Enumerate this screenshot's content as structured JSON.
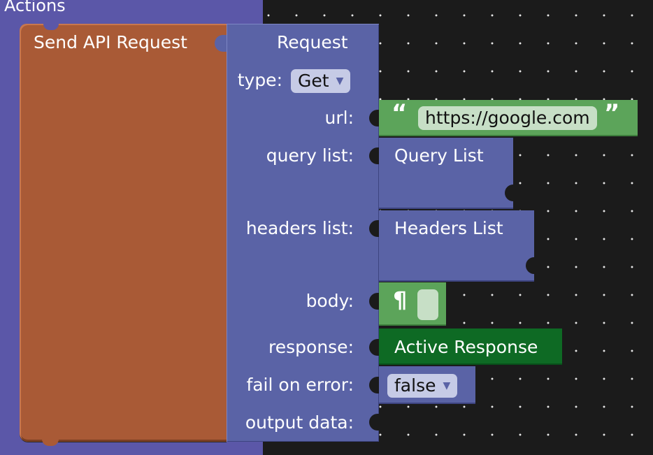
{
  "category": {
    "label": "Actions"
  },
  "send_block": {
    "label": "Send API Request"
  },
  "request_block": {
    "title": "Request",
    "type_label": "type:",
    "type_value": "Get",
    "url_label": "url:",
    "url_value": "https://google.com",
    "url_open_quote": "“",
    "url_close_quote": "”",
    "query_label": "query list:",
    "query_block": "Query List",
    "headers_label": "headers list:",
    "headers_block": "Headers List",
    "body_label": "body:",
    "body_symbol": "¶",
    "response_label": "response:",
    "response_block": "Active Response",
    "fail_label": "fail on error:",
    "fail_value": "false",
    "output_label": "output data:"
  },
  "colors": {
    "workspace": "#1b1b1b",
    "category": "#5b57a8",
    "send_block": "#a95a36",
    "request_block": "#5a63a6",
    "text_block": "#5ca45a",
    "response_block": "#0e6a24"
  },
  "icons": {
    "dropdown": "caret-down-icon"
  }
}
